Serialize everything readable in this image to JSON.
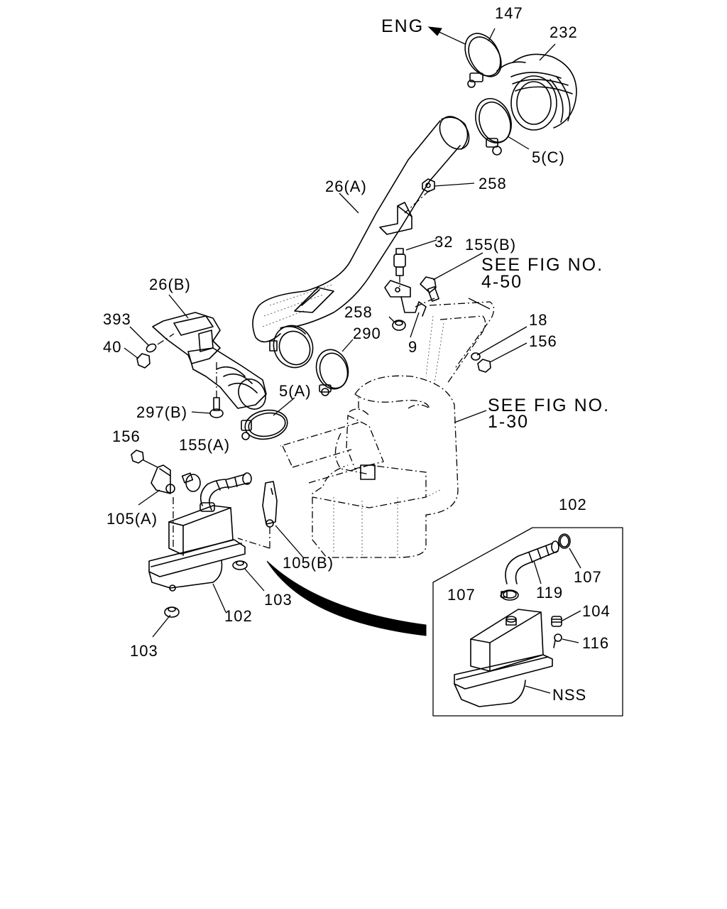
{
  "labels": {
    "eng": "ENG",
    "p147": "147",
    "p232": "232",
    "p5c": "5(C)",
    "p258_top": "258",
    "p26a": "26(A)",
    "p32": "32",
    "p155b": "155(B)",
    "see_fig_1": "SEE FIG NO.",
    "fig_4_50": "4-50",
    "p26b": "26(B)",
    "p393": "393",
    "p40": "40",
    "p258_mid": "258",
    "p290": "290",
    "p9": "9",
    "p18": "18",
    "p156_right": "156",
    "p5a": "5(A)",
    "see_fig_2": "SEE FIG NO.",
    "fig_1_30": "1-30",
    "p297b": "297(B)",
    "p156_left": "156",
    "p155a": "155(A)",
    "p105a": "105(A)",
    "p105b": "105(B)",
    "p102_inset": "102",
    "p107_right": "107",
    "p107_left": "107",
    "p119": "119",
    "p104": "104",
    "p116": "116",
    "nss": "NSS",
    "p103_mid": "103",
    "p102_main": "102",
    "p103_bottom": "103"
  }
}
